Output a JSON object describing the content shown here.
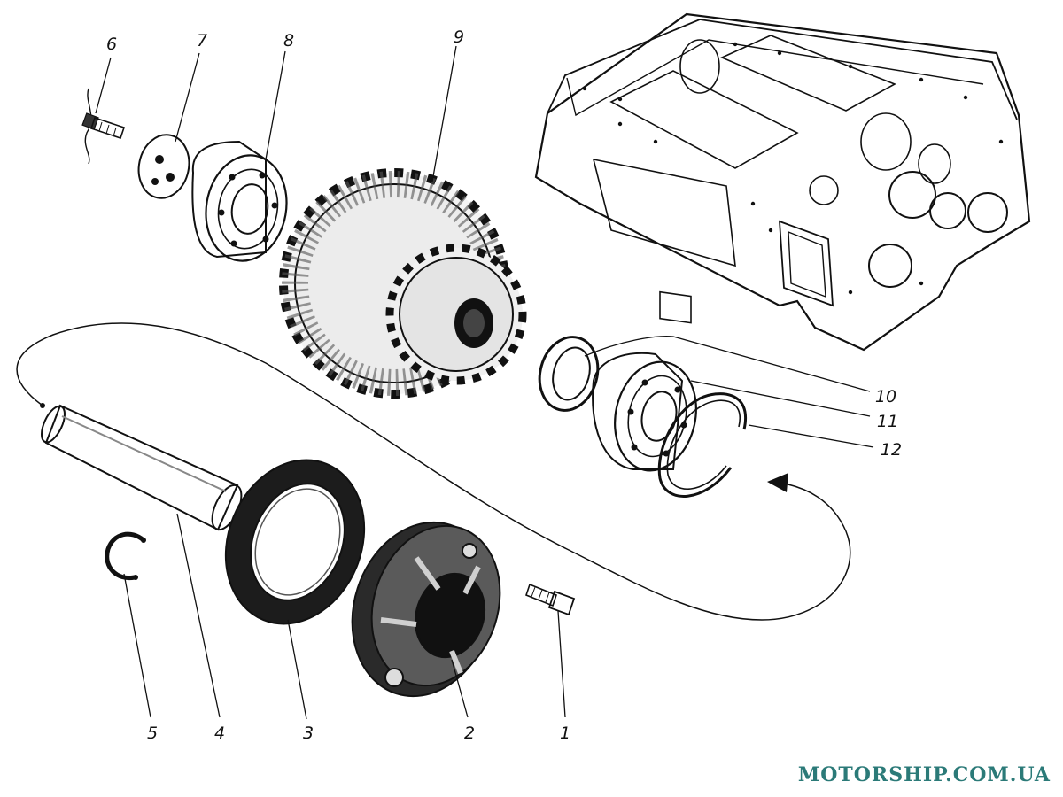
{
  "callouts": {
    "n1": "1",
    "n2": "2",
    "n3": "3",
    "n4": "4",
    "n5": "5",
    "n6": "6",
    "n7": "7",
    "n8": "8",
    "n9": "9",
    "n10": "10",
    "n11": "11",
    "n12": "12"
  },
  "watermark": "MOTORSHIP.COM.UA",
  "colors": {
    "ink": "#111111",
    "paper": "#ffffff",
    "watermark": "#2b7a78"
  },
  "parts": [
    "bolt-1",
    "cover-2",
    "seal-3",
    "shaft-4",
    "retaining-ring-5",
    "bolt-6",
    "lock-washer-7",
    "bearing-8",
    "gear-block-9",
    "seal-ring-10",
    "bearing-11",
    "snap-ring-12",
    "gearbox-housing"
  ]
}
